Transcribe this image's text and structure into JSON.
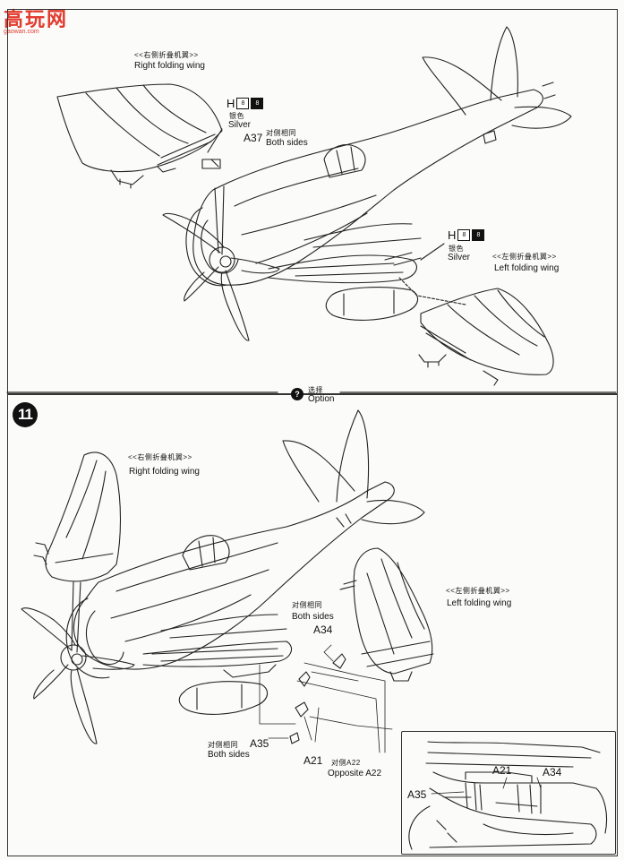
{
  "watermark": {
    "text": "高玩网",
    "sub": "gaowan.com"
  },
  "step_number": "11",
  "option": {
    "icon": "?",
    "label_cn": "选择",
    "label_en": "Option"
  },
  "top": {
    "right_wing": {
      "cn": "<<右侧折叠机翼>>",
      "en": "Right folding wing"
    },
    "left_wing": {
      "cn": "<<左侧折叠机翼>>",
      "en": "Left folding wing"
    },
    "paint1": {
      "letter": "H",
      "box1": "8",
      "box2": "8",
      "cn": "银色",
      "en": "Silver"
    },
    "paint2": {
      "letter": "H",
      "box1": "8",
      "box2": "8",
      "cn": "银色",
      "en": "Silver"
    },
    "part_a37": "A37",
    "both_sides_cn": "对侧相同",
    "both_sides_en": "Both sides"
  },
  "bottom": {
    "right_wing": {
      "cn": "<<右侧折叠机翼>>",
      "en": "Right folding wing"
    },
    "left_wing": {
      "cn": "<<左侧折叠机翼>>",
      "en": "Left folding wing"
    },
    "a34_note_cn": "对侧相同",
    "a34_note_en": "Both sides",
    "part_a34": "A34",
    "a35_note_cn": "对侧相同",
    "a35_note_en": "Both sides",
    "part_a35": "A35",
    "part_a21": "A21",
    "opp_cn": "对侧A22",
    "opp_en": "Opposite A22",
    "inset": {
      "a21": "A21",
      "a34": "A34",
      "a35": "A35"
    }
  }
}
